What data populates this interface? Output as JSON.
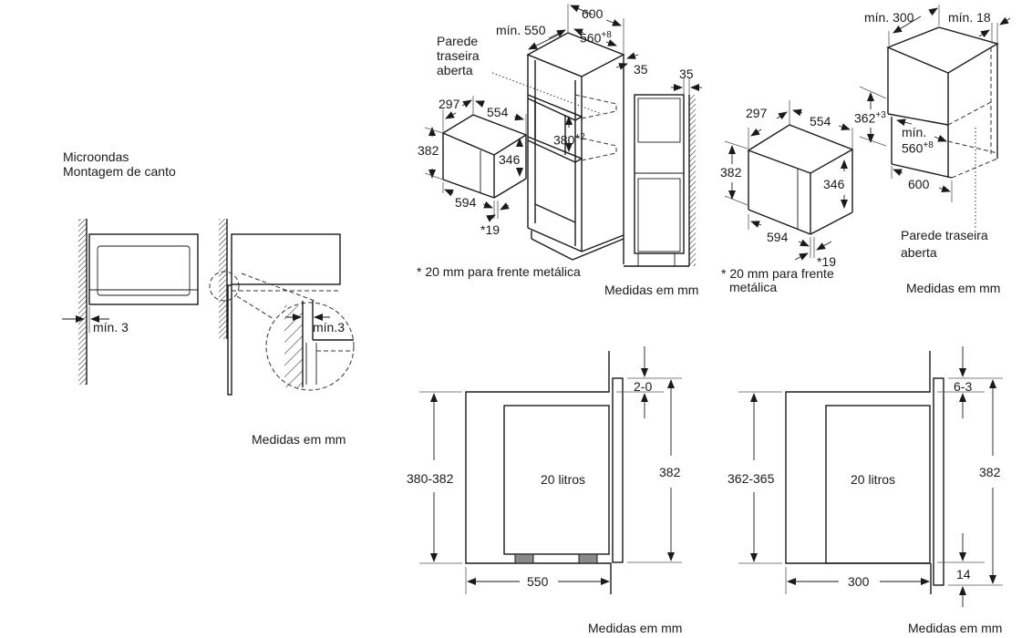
{
  "corner_mounting": {
    "title_line1": "Microondas",
    "title_line2": "Montagem de canto",
    "gap_front": "mín. 3",
    "gap_detail": "mín.3",
    "units": "Medidas em mm"
  },
  "tall_cabinet": {
    "parede_line1": "Parede",
    "parede_line2": "traseira",
    "parede_line3": "aberta",
    "min_depth": "mín. 550",
    "width_outer": "600",
    "width_inner": "560",
    "width_inner_tol": "+8",
    "back_gap": "35",
    "side_gap": "35",
    "niche_height": "380",
    "niche_height_tol": "+2",
    "unit_depth": "297",
    "unit_width": "554",
    "unit_height": "382",
    "unit_body_height": "346",
    "unit_front_width": "594",
    "front_offset": "*19",
    "footnote": "* 20 mm para frente metálica",
    "units": "Medidas em mm"
  },
  "wall_cabinet": {
    "min_depth": "mín. 300",
    "min_side": "mín. 18",
    "niche_height": "362",
    "niche_height_tol": "+3",
    "min_width_label": "mín.",
    "min_width": "560",
    "min_width_tol": "+8",
    "cabinet_width": "600",
    "unit_depth": "297",
    "unit_width": "554",
    "unit_height": "382",
    "unit_body_height": "346",
    "unit_front_width": "594",
    "front_offset": "*19",
    "footnote_line1": "* 20 mm para frente",
    "footnote_line2": "metálica",
    "parede_line1": "Parede traseira",
    "parede_line2": "aberta",
    "units": "Medidas em mm"
  },
  "section_tall": {
    "niche_height": "380-382",
    "top_gap": "2-0",
    "front_height": "382",
    "volume": "20 litros",
    "depth": "550",
    "units": "Medidas em mm"
  },
  "section_wall": {
    "niche_height": "362-365",
    "top_gap": "6-3",
    "front_height": "382",
    "bottom_gap": "14",
    "volume": "20 litros",
    "depth": "300",
    "units": "Medidas em mm"
  }
}
